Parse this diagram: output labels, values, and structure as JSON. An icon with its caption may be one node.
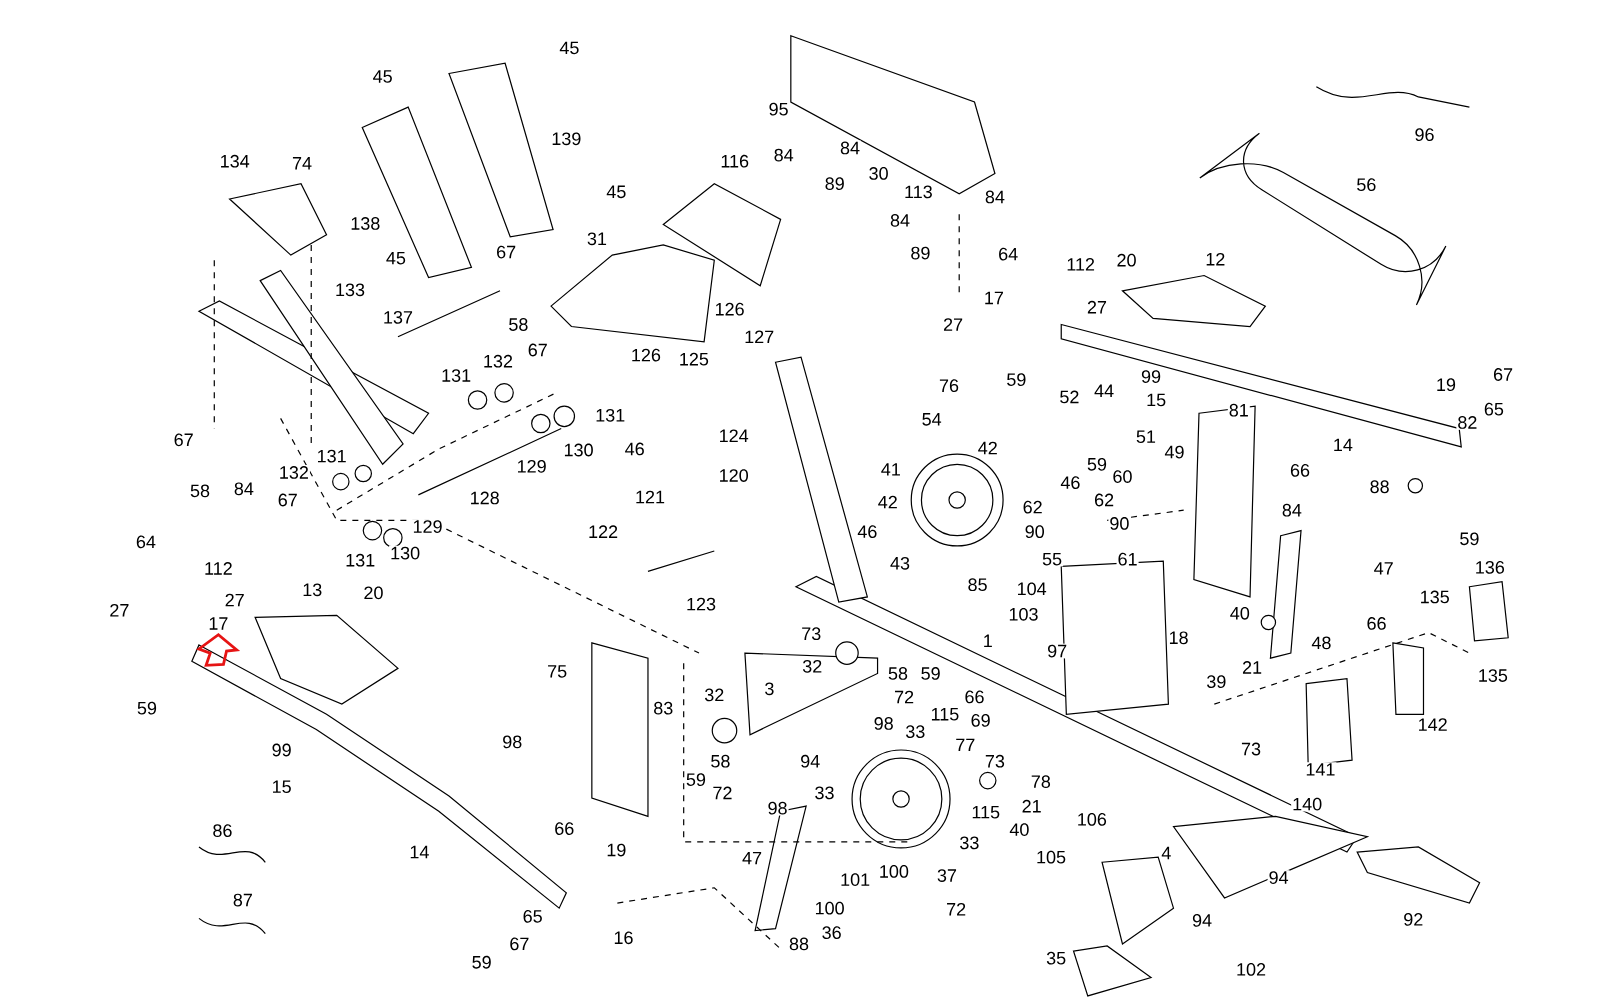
{
  "diagram": {
    "labels": [
      "45",
      "45",
      "139",
      "74",
      "134",
      "138",
      "45",
      "95",
      "84",
      "84",
      "89",
      "30",
      "116",
      "96",
      "56",
      "113",
      "84",
      "84",
      "89",
      "45",
      "67",
      "31",
      "133",
      "64",
      "112",
      "20",
      "12",
      "137",
      "58",
      "126",
      "17",
      "27",
      "27",
      "127",
      "126",
      "125",
      "131",
      "132",
      "67",
      "99",
      "67",
      "76",
      "59",
      "52",
      "44",
      "15",
      "19",
      "131",
      "81",
      "65",
      "82",
      "54",
      "124",
      "67",
      "46",
      "130",
      "51",
      "14",
      "42",
      "131",
      "129",
      "49",
      "59",
      "41",
      "120",
      "46",
      "60",
      "66",
      "58",
      "84",
      "132",
      "67",
      "128",
      "88",
      "121",
      "42",
      "62",
      "62",
      "84",
      "59",
      "129",
      "122",
      "46",
      "90",
      "90",
      "64",
      "131",
      "130",
      "112",
      "55",
      "61",
      "43",
      "47",
      "136",
      "13",
      "20",
      "85",
      "104",
      "27",
      "123",
      "27",
      "17",
      "103",
      "135",
      "40",
      "66",
      "73",
      "1",
      "18",
      "97",
      "32",
      "58",
      "59",
      "48",
      "21",
      "135",
      "75",
      "83",
      "39",
      "72",
      "32",
      "3",
      "59",
      "66",
      "98",
      "115",
      "69",
      "142",
      "33",
      "98",
      "99",
      "77",
      "73",
      "73",
      "58",
      "94",
      "78",
      "141",
      "59",
      "72",
      "15",
      "33",
      "21",
      "40",
      "115",
      "140",
      "98",
      "106",
      "66",
      "19",
      "86",
      "14",
      "33",
      "105",
      "47",
      "101",
      "100",
      "37",
      "4",
      "94",
      "100",
      "87",
      "72",
      "36",
      "88",
      "92",
      "94",
      "35",
      "65",
      "67",
      "16",
      "59",
      "102"
    ]
  }
}
